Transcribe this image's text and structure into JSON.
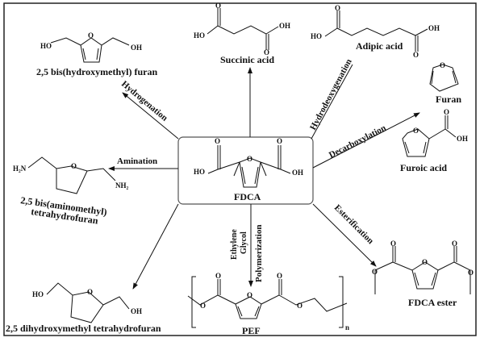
{
  "center": {
    "label": "FDCA"
  },
  "products": {
    "bhmf": "2,5 bis(hydroxymethyl) furan",
    "succinic": "Succinic acid",
    "adipic": "Adipic acid",
    "furan": "Furan",
    "furoic": "Furoic acid",
    "bamf_line1": "2,5 bis(aminomethyl)",
    "bamf_line2": "tetrahydrofuran",
    "dhmthf": "2,5 dihydroxymethyl tetrahydrofuran",
    "pef": "PEF",
    "ester": "FDCA ester"
  },
  "reactions": {
    "hydrogenation": "Hydrogenation",
    "hydrodeoxygenation": "Hydrodeoxygenation",
    "decarboxylation": "Decarboxylation",
    "amination": "Amination",
    "esterification": "Esterification",
    "polymerization": "Polymerization",
    "reagent_line1": "Ethylene",
    "reagent_line2": "Glycol"
  },
  "atoms": {
    "O": "O",
    "OH": "OH",
    "HO": "HO",
    "NH2": "NH₂",
    "H2N": "H₂N",
    "n": "n"
  }
}
